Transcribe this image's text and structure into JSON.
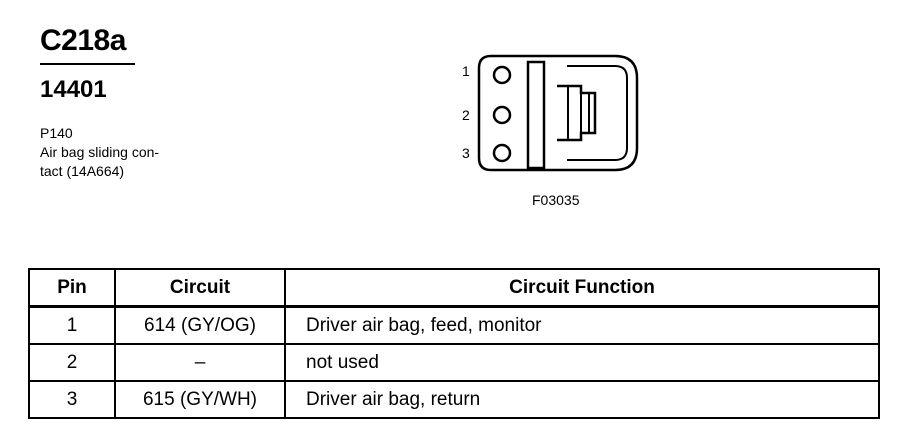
{
  "header": {
    "connector_id": "C218a",
    "part_number": "14401",
    "description_lines": [
      "P140",
      "Air bag sliding con-",
      "tact (14A664)"
    ]
  },
  "figure": {
    "pin_labels": [
      "1",
      "2",
      "3"
    ],
    "figure_id": "F03035"
  },
  "table": {
    "headers": [
      "Pin",
      "Circuit",
      "Circuit Function"
    ],
    "rows": [
      {
        "pin": "1",
        "circuit": "614 (GY/OG)",
        "function": "Driver air bag, feed, monitor"
      },
      {
        "pin": "2",
        "circuit": "–",
        "function": "not used"
      },
      {
        "pin": "3",
        "circuit": "615 (GY/WH)",
        "function": "Driver air bag, return"
      }
    ]
  }
}
